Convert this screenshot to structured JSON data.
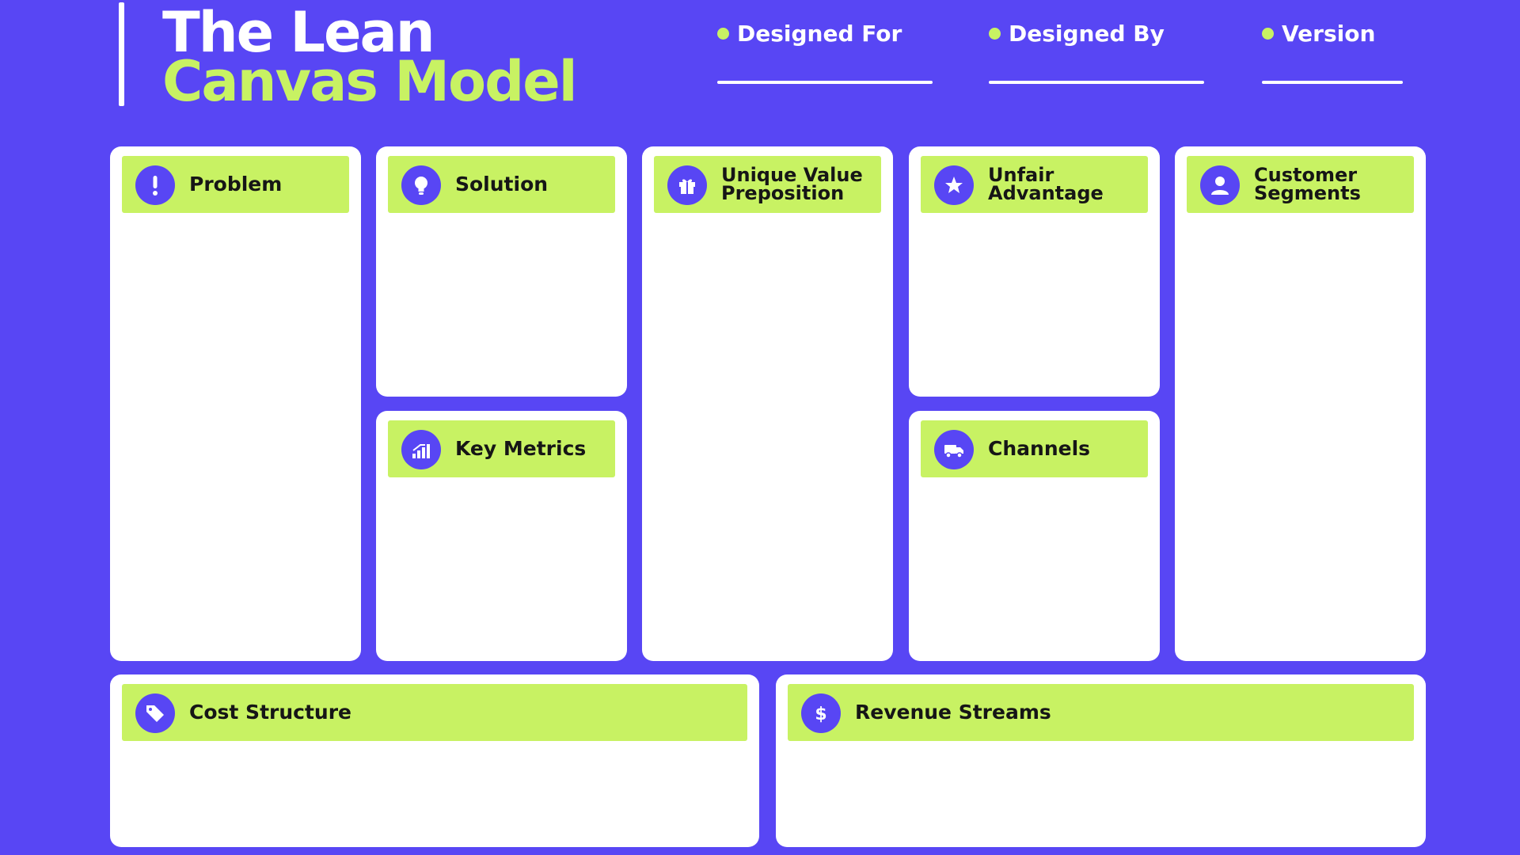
{
  "header": {
    "title_line1": "The Lean",
    "title_line2": "Canvas Model",
    "fields": [
      {
        "label": "Designed For"
      },
      {
        "label": "Designed By"
      },
      {
        "label": "Version"
      }
    ]
  },
  "colors": {
    "background": "#5846F4",
    "accent": "#C8F263",
    "card": "#FFFFFF",
    "text_dark": "#161616"
  },
  "blocks": {
    "problem": {
      "title": "Problem",
      "icon": "exclamation-icon"
    },
    "solution": {
      "title": "Solution",
      "icon": "lightbulb-icon"
    },
    "uvp": {
      "title": "Unique Value\nPreposition",
      "icon": "gift-icon"
    },
    "unfair": {
      "title": "Unfair\nAdvantage",
      "icon": "star-icon"
    },
    "segments": {
      "title": "Customer\nSegments",
      "icon": "user-icon"
    },
    "metrics": {
      "title": "Key Metrics",
      "icon": "bar-chart-icon"
    },
    "channels": {
      "title": "Channels",
      "icon": "truck-icon"
    },
    "cost": {
      "title": "Cost Structure",
      "icon": "tag-icon"
    },
    "revenue": {
      "title": "Revenue Streams",
      "icon": "dollar-icon"
    }
  }
}
